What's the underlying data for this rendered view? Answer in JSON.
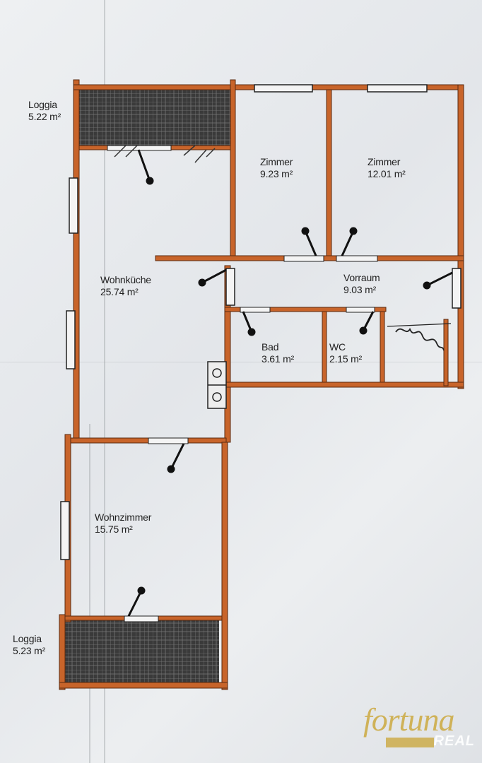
{
  "rooms": [
    {
      "id": "loggia-top",
      "name": "Loggia",
      "area": "5.22 m²"
    },
    {
      "id": "zimmer-1",
      "name": "Zimmer",
      "area": "9.23 m²"
    },
    {
      "id": "zimmer-2",
      "name": "Zimmer",
      "area": "12.01 m²"
    },
    {
      "id": "wohnkueche",
      "name": "Wohnküche",
      "area": "25.74 m²"
    },
    {
      "id": "vorraum",
      "name": "Vorraum",
      "area": "9.03 m²"
    },
    {
      "id": "bad",
      "name": "Bad",
      "area": "3.61 m²"
    },
    {
      "id": "wc",
      "name": "WC",
      "area": "2.15 m²"
    },
    {
      "id": "wohnzimmer",
      "name": "Wohnzimmer",
      "area": "15.75 m²"
    },
    {
      "id": "loggia-bottom",
      "name": "Loggia",
      "area": "5.23 m²"
    }
  ],
  "logo": {
    "brand": "fortuna",
    "sub": "REAL"
  },
  "colors": {
    "wall": "#c8642a",
    "wall_outline": "#5a2a10",
    "paper": "#e9ecef",
    "hatch": "#2e2e2e",
    "logo_gold": "#c8a028"
  }
}
